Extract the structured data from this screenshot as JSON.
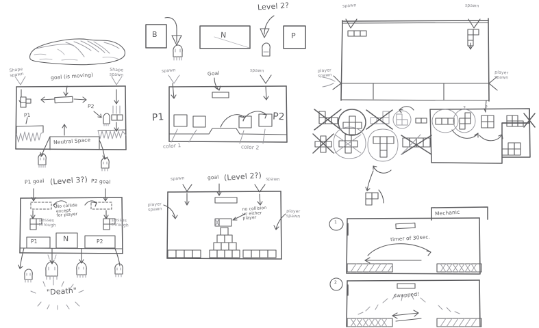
{
  "document": {
    "kind": "hand-drawn whiteboard game design sketch",
    "background_color": "#ffffff",
    "ink_color": "#5b5b5e",
    "faint_ink_color": "#9a9aa0"
  },
  "panels": {
    "terrain_sketch": {
      "name": "rock-terrain-doodle"
    },
    "level_overview": {
      "labels": {
        "shape_spawn_left": "Shape\nspawn",
        "shape_spawn_right": "Shape\nspawn",
        "goal": "goal (is moving)",
        "neutral_space": "Neutral Space",
        "p1": "P1",
        "p2": "P2"
      }
    },
    "level3": {
      "labels": {
        "p1_goal": "P1 goal",
        "level": "(Level 3?)",
        "p2_goal": "P2 goal",
        "no_collide": "No collide\nexcept\nfor player",
        "passes_through_left": "passes\nthrough",
        "passes_through_right": "passes\nthrough",
        "zone_p1": "P1",
        "zone_n": "N",
        "zone_p2": "P2",
        "death": "\"Death\""
      }
    },
    "blocks_row": {
      "labels": {
        "box_b": "B",
        "box_n": "N",
        "box_p": "P",
        "level": "Level 2?"
      }
    },
    "colors_level": {
      "labels": {
        "spawn_left": "spawn",
        "goal": "Goal",
        "spawn_right": "spawn",
        "p1": "P1",
        "p2": "P2",
        "color1": "color 1",
        "color2": "color 2"
      }
    },
    "level2": {
      "labels": {
        "spawn_left": "spawn",
        "goal": "goal",
        "level": "(Level 2?)",
        "spawn_right": "spawn",
        "player_spawn_left": "player\nspawn",
        "player_spawn_right": "player\nspawn",
        "no_collision": "no collision\nw/ either\nplayer"
      }
    },
    "arena_top": {
      "labels": {
        "spawn_left": "spawn",
        "spawn_right": "spawn",
        "player_spawn_left": "player\nspawn",
        "player_spawn_right": "player\nspawn"
      }
    },
    "shape_study": {
      "labels": {
        "question_1": "?",
        "question_2": "?"
      }
    },
    "mechanic": {
      "labels": {
        "title": "Mechanic",
        "step_1": "1",
        "step_2": "2",
        "timer": "timer of 30sec.",
        "swapped": "swapped!"
      }
    }
  }
}
